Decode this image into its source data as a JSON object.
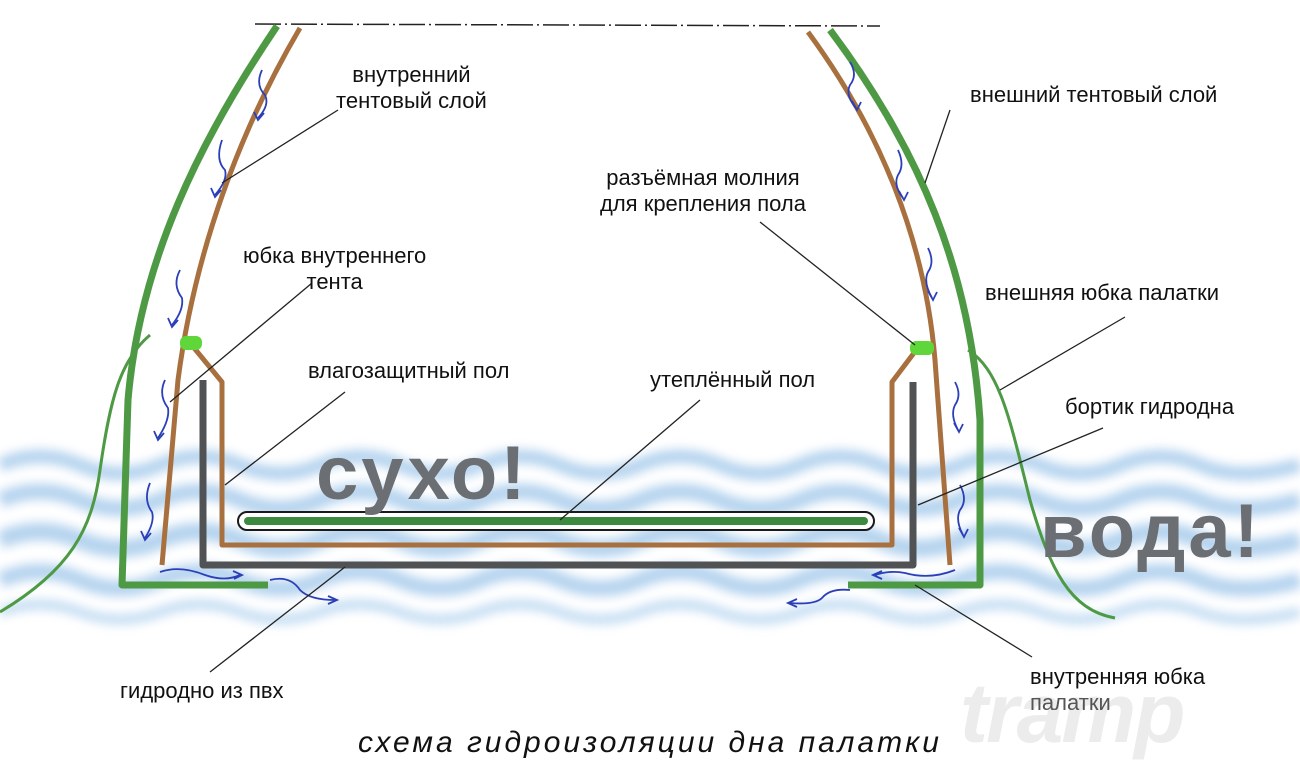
{
  "diagram": {
    "title": "схема гидроизоляции дна палатки",
    "state_labels": {
      "dry": "сухо!",
      "water": "вода!"
    },
    "watermark": "tramp",
    "labels": {
      "inner_tent_layer": [
        "внутренний",
        "тентовый слой"
      ],
      "outer_tent_layer": "внешний тентовый слой",
      "detachable_zipper": [
        "разъёмная молния",
        "для крепления пола"
      ],
      "inner_tent_skirt": [
        "юбка внутреннего",
        "тента"
      ],
      "outer_tent_skirt": "внешняя юбка палатки",
      "waterproof_floor": "влагозащитный пол",
      "insulated_floor": "утеплённый пол",
      "bathtub_floor_rim": "бортик гидродна",
      "pvc_bathtub_floor": "гидродно из пвх",
      "inner_tent_skirt_bottom": [
        "внутренняя юбка",
        "палатки"
      ]
    },
    "colors": {
      "outer_layer": "#4e9a44",
      "inner_layer": "#a8703e",
      "bathtub_floor": "#505254",
      "zipper": "#5fd63a",
      "water_flow": "#2b3fb8",
      "water": "#a9ccec",
      "big_text": "#6b6e72"
    }
  }
}
